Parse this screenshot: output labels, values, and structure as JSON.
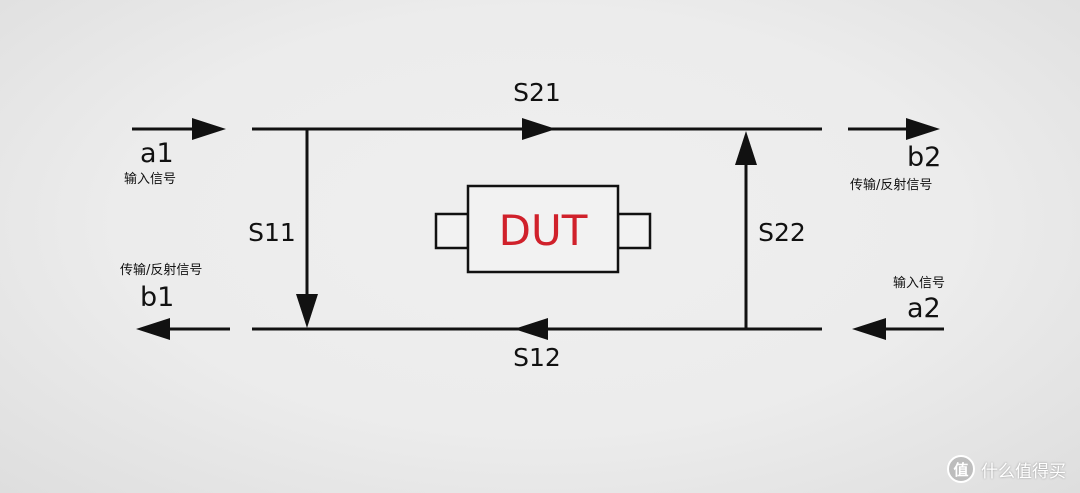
{
  "diagram": {
    "dut_label": "DUT",
    "ports": {
      "a1": {
        "label": "a1",
        "sublabel": "输入信号"
      },
      "b1": {
        "label": "b1",
        "sublabel": "传输/反射信号"
      },
      "a2": {
        "label": "a2",
        "sublabel": "输入信号"
      },
      "b2": {
        "label": "b2",
        "sublabel": "传输/反射信号"
      }
    },
    "s_params": {
      "s21": "S21",
      "s12": "S12",
      "s11": "S11",
      "s22": "S22"
    },
    "colors": {
      "line": "#111111",
      "dut_text": "#d0212b",
      "dut_fill": "#f2f2f2"
    }
  },
  "watermark": {
    "logo_char": "值",
    "text": "什么值得买"
  }
}
